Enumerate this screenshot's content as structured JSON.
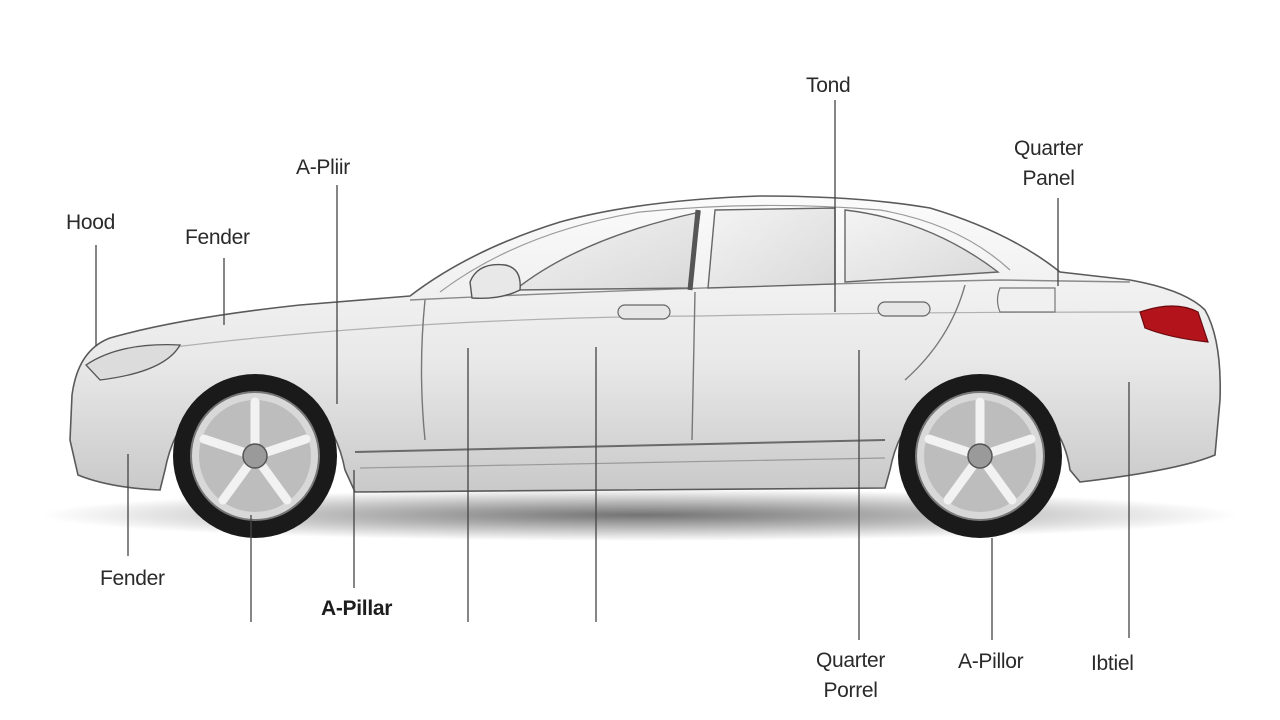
{
  "labels": {
    "top": "Tond",
    "quarter_panel_top": "Quarter\nPanel",
    "a_pillar_top": "A-Pliir",
    "hood": "Hood",
    "fender_top": "Fender",
    "fender_bottom": "Fender",
    "a_pillar_bottom_bold": "A-Pillar",
    "quarter_panel_bottom": "Quarter\nPorrel",
    "a_pillar_bottom_right": "A-Pillor",
    "bottom_right": "Ibtiel"
  },
  "colors": {
    "background": "#ffffff",
    "body_light": "#f2f2f2",
    "body_mid": "#d6d6d6",
    "outline": "#5a5a5a",
    "glass": "#e6e6e6",
    "tail_light": "#b3141c",
    "tire": "#1a1a1a",
    "leader_line": "#444444"
  }
}
